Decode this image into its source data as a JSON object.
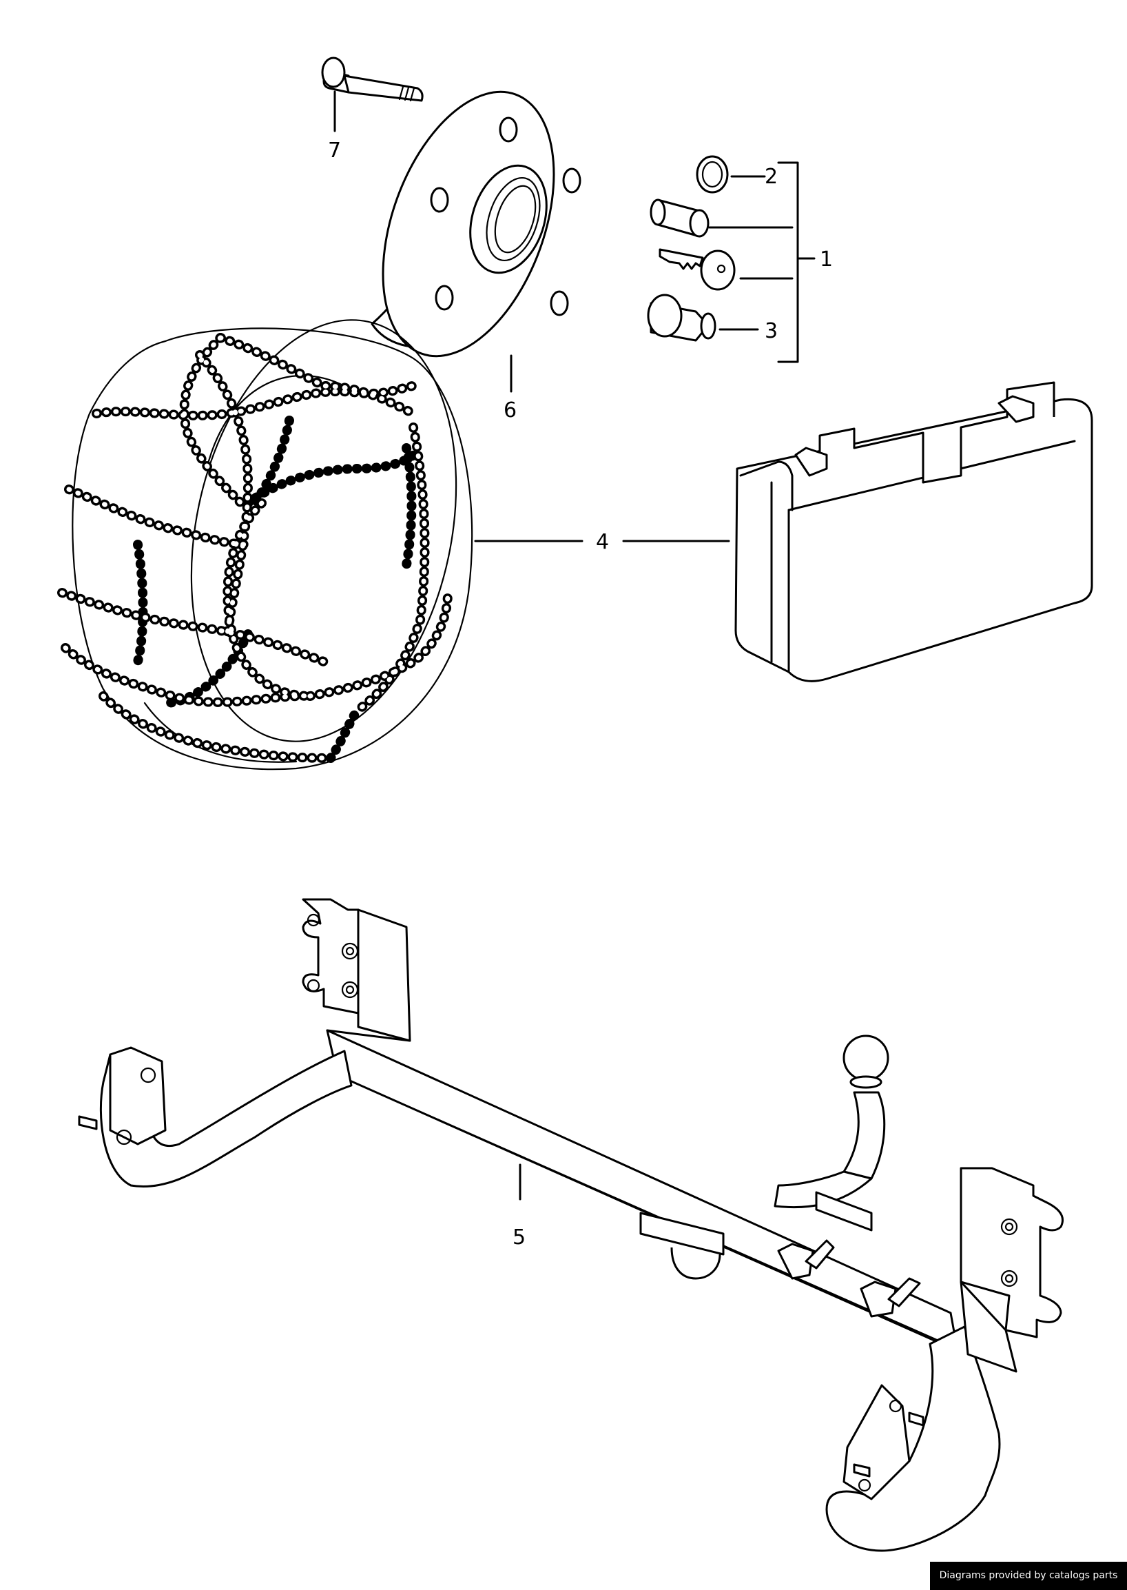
{
  "callouts": {
    "c1": "1",
    "c2": "2",
    "c3": "3",
    "c4": "4",
    "c5": "5",
    "c6": "6",
    "c7": "7"
  },
  "credit": "Diagrams provided by catalogs parts"
}
